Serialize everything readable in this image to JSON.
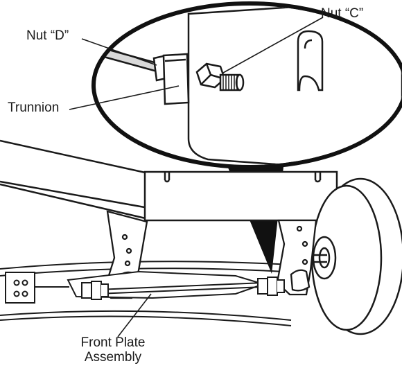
{
  "labels": {
    "nut_c": "Nut “C”",
    "nut_d": "Nut “D”",
    "trunnion": "Trunnion",
    "front_plate_line1": "Front Plate",
    "front_plate_line2": "Assembly"
  },
  "colors": {
    "line": "#1a1a1a",
    "fill": "#ffffff",
    "shade": "#d9d9d9",
    "dark": "#111111"
  }
}
